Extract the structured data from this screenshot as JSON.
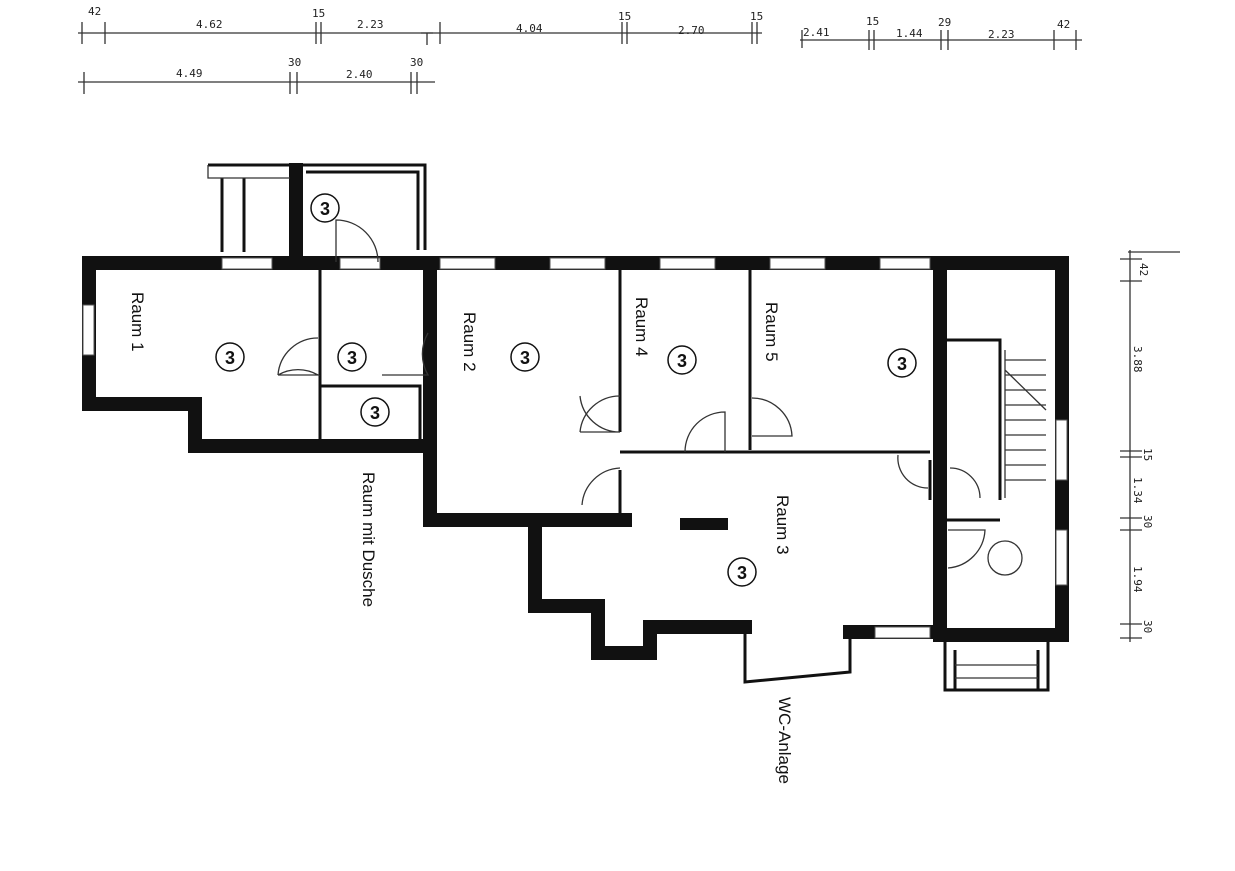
{
  "plan": {
    "rooms": [
      "Raum 1",
      "Raum 2",
      "Raum 3",
      "Raum 4",
      "Raum 5",
      "Raum mit Dusche",
      "WC-Anlage"
    ],
    "room_marker": "3",
    "dims_top_row1": [
      "42",
      "4.62",
      "15",
      "2.23",
      "4.04",
      "15",
      "2.70",
      "15",
      "2.41",
      "15",
      "1.44",
      "29",
      "2.23",
      "42"
    ],
    "dims_top_row2": [
      "4.49",
      "30",
      "2.40",
      "30"
    ],
    "dims_right": [
      "42",
      "3.88",
      "15",
      "1.34",
      "30",
      "1.94",
      "30"
    ]
  }
}
